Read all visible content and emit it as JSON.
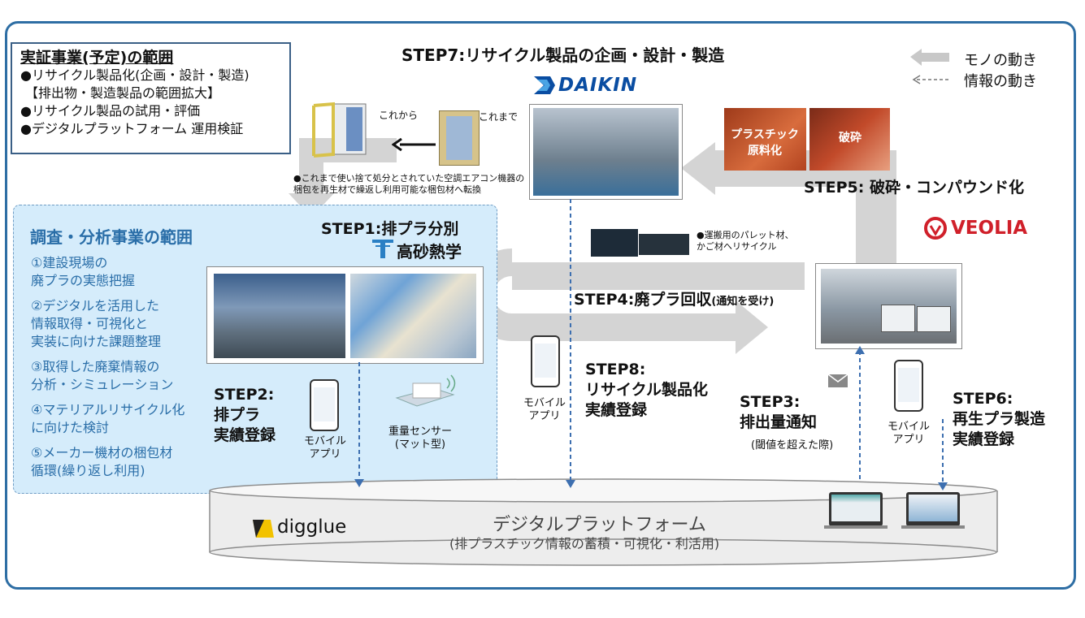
{
  "scope_box": {
    "title": "実証事業(予定)の範囲",
    "lines": [
      "●リサイクル製品化(企画・設計・製造)",
      "【排出物・製造製品の範囲拡大】",
      "●リサイクル製品の試用・評価",
      "●デジタルプラットフォーム 運用検証"
    ]
  },
  "legend": {
    "mono": "モノの動き",
    "info": "情報の動き"
  },
  "step7": "STEP7:リサイクル製品の企画・設計・製造",
  "daikin": "DAIKIN",
  "packaging": {
    "kore_kara": "これから",
    "kore_made": "これまで",
    "note": "●これまで使い捨て処分とされていた空調エアコン機器の梱包を再生材で繰返し利用可能な梱包材へ転換"
  },
  "plastic_tags": {
    "raw": "プラスチック\n原料化",
    "crush": "破砕"
  },
  "step5": "STEP5: 破砕・コンパウンド化",
  "veolia": "VEOLIA",
  "survey": {
    "title": "調査・分析事業の範囲",
    "items": [
      "①建設現場の\n 廃プラの実態把握",
      "②デジタルを活用した\n 情報取得・可視化と\n 実装に向けた課題整理",
      "③取得した廃棄情報の\n 分析・シミュレーション",
      "④マテリアルリサイクル化\n に向けた検討",
      "⑤メーカー機材の梱包材\n 循環(繰り返し利用)"
    ]
  },
  "step1": "STEP1:排プラ分別",
  "takasago": "高砂熱学",
  "step2": "STEP2:\n排プラ\n実績登録",
  "mobile_app": "モバイル\nアプリ",
  "sensor": "重量センサー\n(マット型)",
  "pallet_note": "●運搬用のパレット材、\nかご材へリサイクル",
  "step4": "STEP4:廃プラ回収",
  "step4_sub": "(通知を受け)",
  "step8": "STEP8:\nリサイクル製品化\n実績登録",
  "step3": "STEP3:\n排出量通知",
  "step3_sub": "(閾値を超えた際)",
  "step6": "STEP6:\n 再生プラ製造\n 実績登録",
  "platform": {
    "title": "デジタルプラットフォーム",
    "sub": "(排プラスチック情報の蓄積・可視化・利活用)",
    "digglue": "digglue"
  },
  "colors": {
    "frame": "#2e6ea4",
    "survey_bg": "#d5ecfb",
    "survey_text": "#2a6ea8",
    "daikin": "#0a4da2",
    "veolia": "#d0202a",
    "arrow_gray": "#d4d4d4",
    "dashed": "#3d6fb0"
  }
}
